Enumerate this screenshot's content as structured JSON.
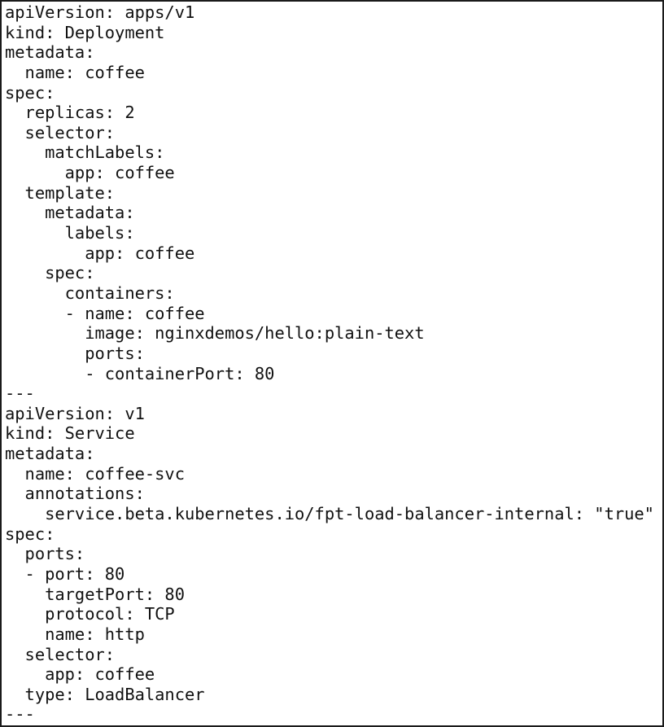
{
  "document": {
    "lines": [
      "apiVersion: apps/v1",
      "kind: Deployment",
      "metadata:",
      "  name: coffee",
      "spec:",
      "  replicas: 2",
      "  selector:",
      "    matchLabels:",
      "      app: coffee",
      "  template:",
      "    metadata:",
      "      labels:",
      "        app: coffee",
      "    spec:",
      "      containers:",
      "      - name: coffee",
      "        image: nginxdemos/hello:plain-text",
      "        ports:",
      "        - containerPort: 80",
      "---",
      "apiVersion: v1",
      "kind: Service",
      "metadata:",
      "  name: coffee-svc",
      "  annotations:",
      "    service.beta.kubernetes.io/fpt-load-balancer-internal: \"true\"",
      "spec:",
      "  ports:",
      "  - port: 80",
      "    targetPort: 80",
      "    protocol: TCP",
      "    name: http",
      "  selector:",
      "    app: coffee",
      "  type: LoadBalancer",
      "---"
    ]
  }
}
